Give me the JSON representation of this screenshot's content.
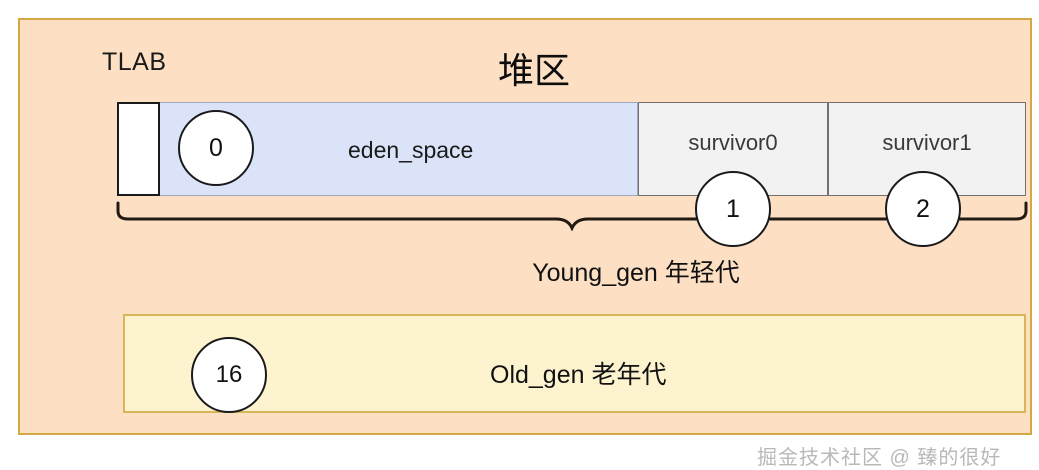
{
  "diagram": {
    "title": "堆区",
    "tlab_label": "TLAB",
    "young_bar": {
      "eden_label": "eden_space",
      "survivor0_label": "survivor0",
      "survivor1_label": "survivor1"
    },
    "markers": {
      "tlab_marker": "0",
      "survivor0_marker": "1",
      "survivor1_marker": "2",
      "old_gen_marker": "16"
    },
    "young_gen_label": "Young_gen 年轻代",
    "old_gen_label": "Old_gen 老年代",
    "watermark": "掘金技术社区 @ 臻的很好"
  },
  "colors": {
    "heap_fill": "#fde0c4",
    "heap_border": "#d6a843",
    "eden_fill": "#dae3f7",
    "eden_border": "#9aa9c6",
    "survivor_fill": "#f2f2f2",
    "survivor_border": "#76706a",
    "old_gen_fill": "#fdf4cf",
    "old_gen_border": "#d6b656",
    "circle_fill": "#ffffff",
    "circle_border": "#1a1a1a",
    "text": "#111111",
    "watermark": "#9e9e9e"
  }
}
